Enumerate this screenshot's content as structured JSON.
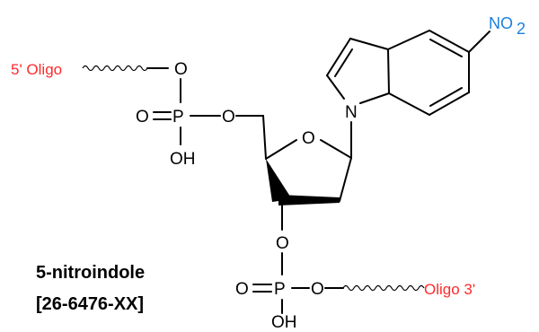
{
  "structure": {
    "labels": {
      "five_prime": "5' Oligo",
      "three_prime": "Oligo 3'",
      "nitro_main": "NO",
      "nitro_sub": "2",
      "ring_n": "N",
      "ring_o": "O",
      "top_o": "O",
      "top_dbl_o": "O",
      "top_p": "P",
      "top_ester_o": "O",
      "top_oh": "OH",
      "mid_o": "O",
      "bot_dbl_o": "O",
      "bot_p": "P",
      "bot_ester_o": "O",
      "bot_oh": "OH"
    },
    "colors": {
      "oligo_label": "#ff2a2a",
      "nitro_label": "#1e7fe0",
      "bonds": "#000000"
    }
  },
  "caption": {
    "name": "5-nitroindole",
    "code": "[26-6476-XX]"
  }
}
